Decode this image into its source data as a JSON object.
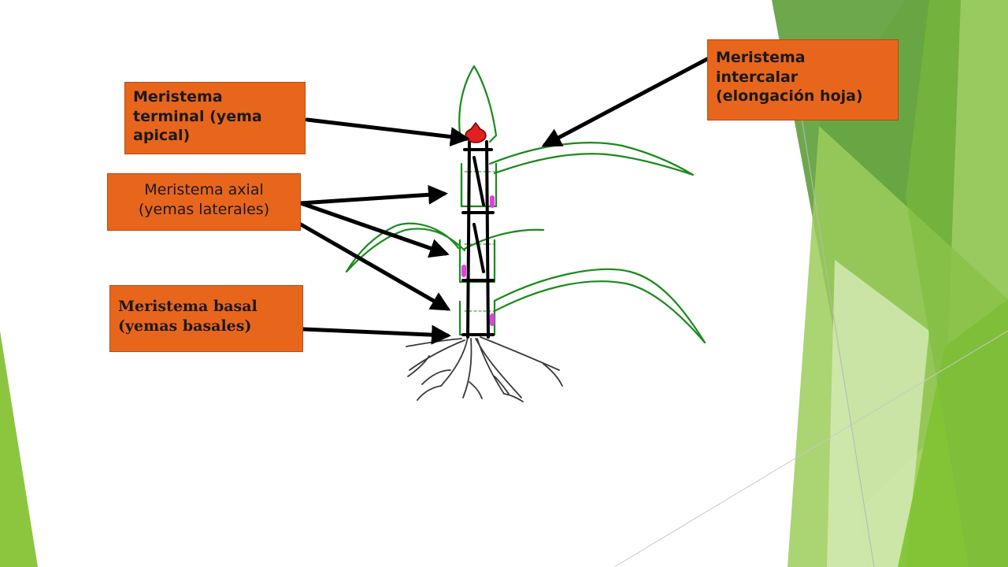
{
  "labels": {
    "terminal": [
      "Meristema",
      "terminal (yema",
      "apical)"
    ],
    "intercalar": [
      "Meristema",
      "intercalar",
      "(elongación hoja)"
    ],
    "axial": [
      "Meristema axial",
      "(yemas laterales)"
    ],
    "basal": [
      "Meristema basal",
      "(yemas basales)"
    ]
  },
  "colors": {
    "label_box": "#e8661c",
    "plant_outline": "#1a8a1a",
    "stem": "#000000",
    "bud": "#e040e0",
    "apical_bud": "#e02020",
    "arrow": "#000000",
    "accent_green_dark": "#5e9e3a",
    "accent_green_light": "#8cc63f"
  }
}
